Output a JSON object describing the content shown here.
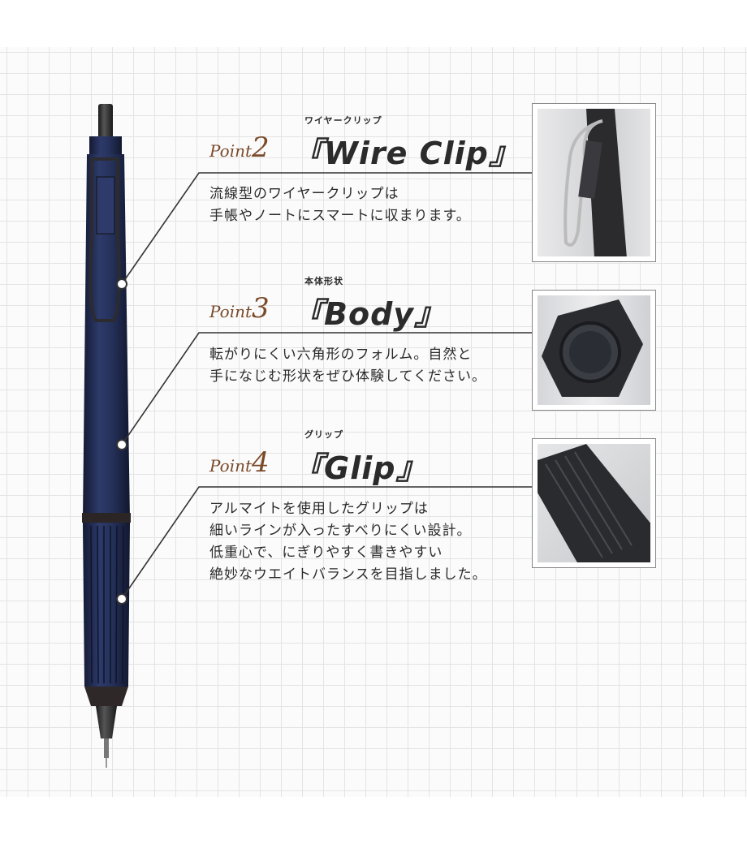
{
  "points": [
    {
      "label": "Point",
      "number": "2",
      "ruby": "ワイヤークリップ",
      "title": "『Wire Clip』",
      "lines": [
        "流線型のワイヤークリップは",
        "手帳やノートにスマートに収まります。"
      ]
    },
    {
      "label": "Point",
      "number": "3",
      "ruby": "本体形状",
      "title": "『Body』",
      "lines": [
        "転がりにくい六角形のフォルム。自然と",
        "手になじむ形状をぜひ体験してください。"
      ]
    },
    {
      "label": "Point",
      "number": "4",
      "ruby": "グリップ",
      "title": "『Glip』",
      "lines": [
        "アルマイトを使用したグリップは",
        "細いラインが入ったすべりにくい設計。",
        "低重心で、にぎりやすく書きやすい",
        "絶妙なウエイトバランスを目指しました。"
      ]
    }
  ],
  "colors": {
    "pen_body": "#1f2a4e",
    "accent": "#7a4a2a",
    "line": "#333333"
  }
}
